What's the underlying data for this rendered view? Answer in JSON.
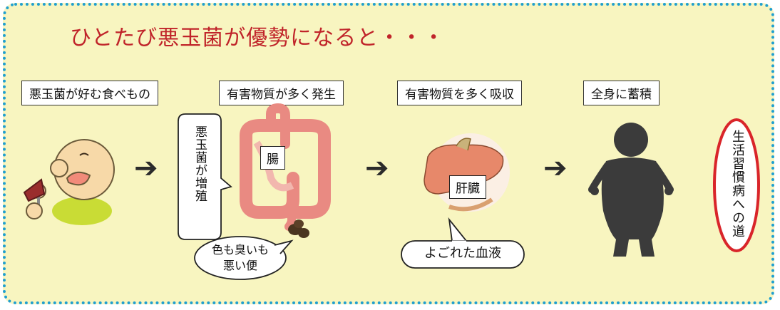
{
  "title": "ひとたび悪玉菌が優勢になると・・・",
  "steps": [
    {
      "label": "悪玉菌が好む食べもの"
    },
    {
      "label": "有害物質が多く発生"
    },
    {
      "label": "有害物質を多く吸収"
    },
    {
      "label": "全身に蓄積"
    }
  ],
  "bubbles": {
    "growth": "悪玉菌が増殖",
    "stool_line1": "色も臭いも",
    "stool_line2": "悪い便",
    "blood": "よごれた血液"
  },
  "organs": {
    "intestine": "腸",
    "liver": "肝臓"
  },
  "result": "生活習慣病への道",
  "colors": {
    "background": "#f8f5c0",
    "border": "#1f9fd0",
    "title": "#c0242a",
    "result_ring": "#d9252a"
  }
}
